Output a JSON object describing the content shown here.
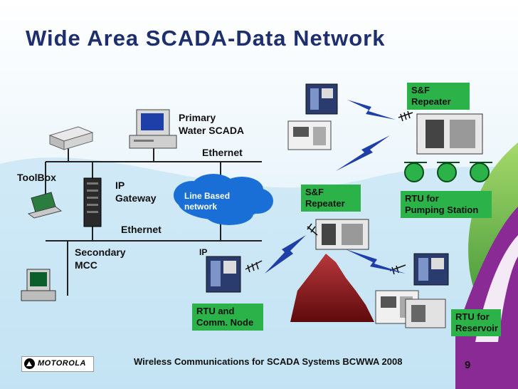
{
  "title": "Wide Area SCADA-Data Network",
  "labels": {
    "primary": "Primary",
    "water_scada": "Water SCADA",
    "ethernet_top": "Ethernet",
    "toolbox": "ToolBox",
    "ip_gateway_1": "IP",
    "ip_gateway_2": "Gateway",
    "cloud_1": "Line Based",
    "cloud_2": "network",
    "ethernet_bottom": "Ethernet",
    "secondary": "Secondary",
    "mcc": "MCC",
    "ip": "IP"
  },
  "boxes": {
    "sf_repeater_top": [
      "S&F",
      "Repeater"
    ],
    "sf_repeater_mid": [
      "S&F",
      "Repeater"
    ],
    "rtu_pumping": [
      "RTU for",
      "Pumping Station"
    ],
    "rtu_comm_node": [
      "RTU and",
      "Comm. Node"
    ],
    "rtu_reservoir": [
      "RTU for",
      "Reservoir"
    ]
  },
  "colors": {
    "box_green": "#2bb34a",
    "cloud_blue": "#1a6fd6",
    "title_navy": "#1e2f6e",
    "mountain": "#7a0f12"
  },
  "logo": {
    "text": "MOTOROLA",
    "icon": "motorola-logo"
  },
  "footer": "Wireless Communications for SCADA Systems BCWWA 2008",
  "page_number": "9"
}
